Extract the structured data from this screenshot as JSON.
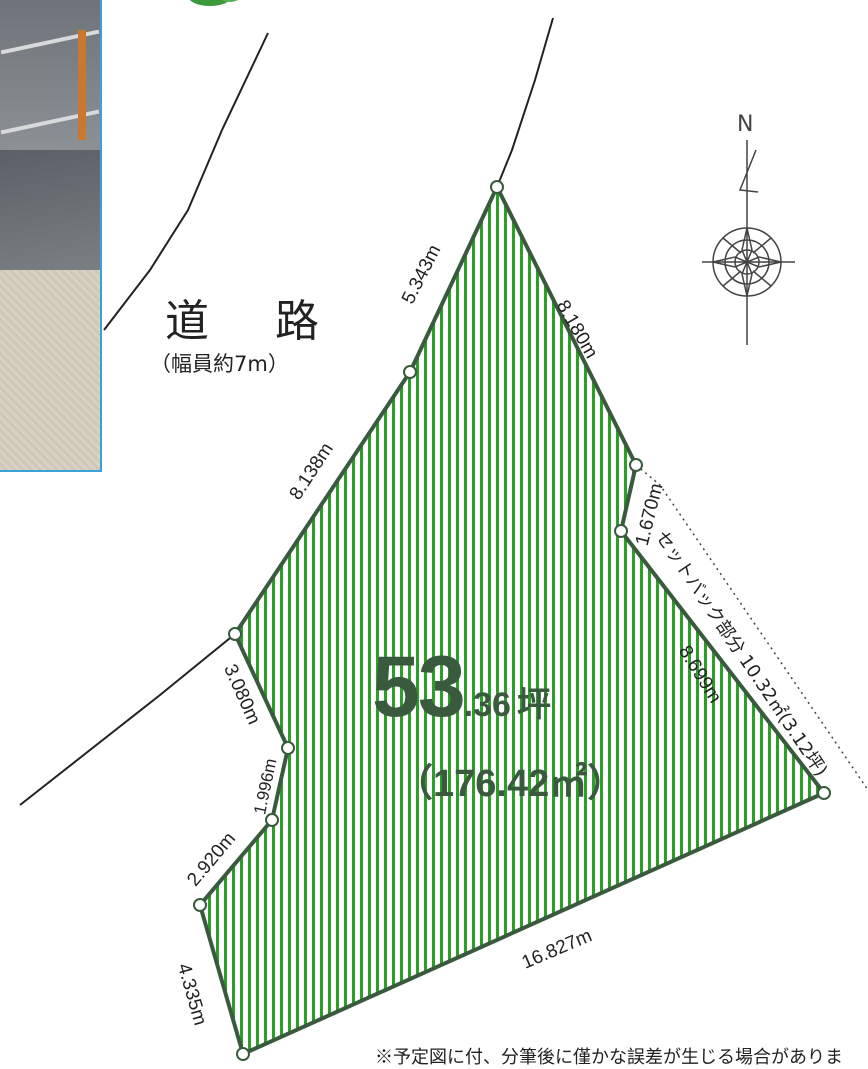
{
  "road": {
    "name": "道 路",
    "width_note": "（幅員約7m）"
  },
  "compass": {
    "north_label": "N"
  },
  "lot": {
    "area_tsubo_int": "53",
    "area_tsubo_dec": ".36",
    "tsubo_unit": "坪",
    "area_m2": "（176.42㎡）",
    "fill_color": "#2e9e2a",
    "edge_color": "#3a5a3e"
  },
  "dimensions": {
    "d1": "5.343m",
    "d2": "8.180m",
    "d3": "1.670m",
    "d4": "8.699m",
    "d5": "16.827m",
    "d6": "4.335m",
    "d7": "2.920m",
    "d8": "1.996m",
    "d9": "3.080m",
    "d10": "8.138m"
  },
  "setback": {
    "label": "セットバック部分 10.32㎡(3.12坪)"
  },
  "footnote": "※予定図に付、分筆後に僅かな誤差が生じる場合がありま"
}
